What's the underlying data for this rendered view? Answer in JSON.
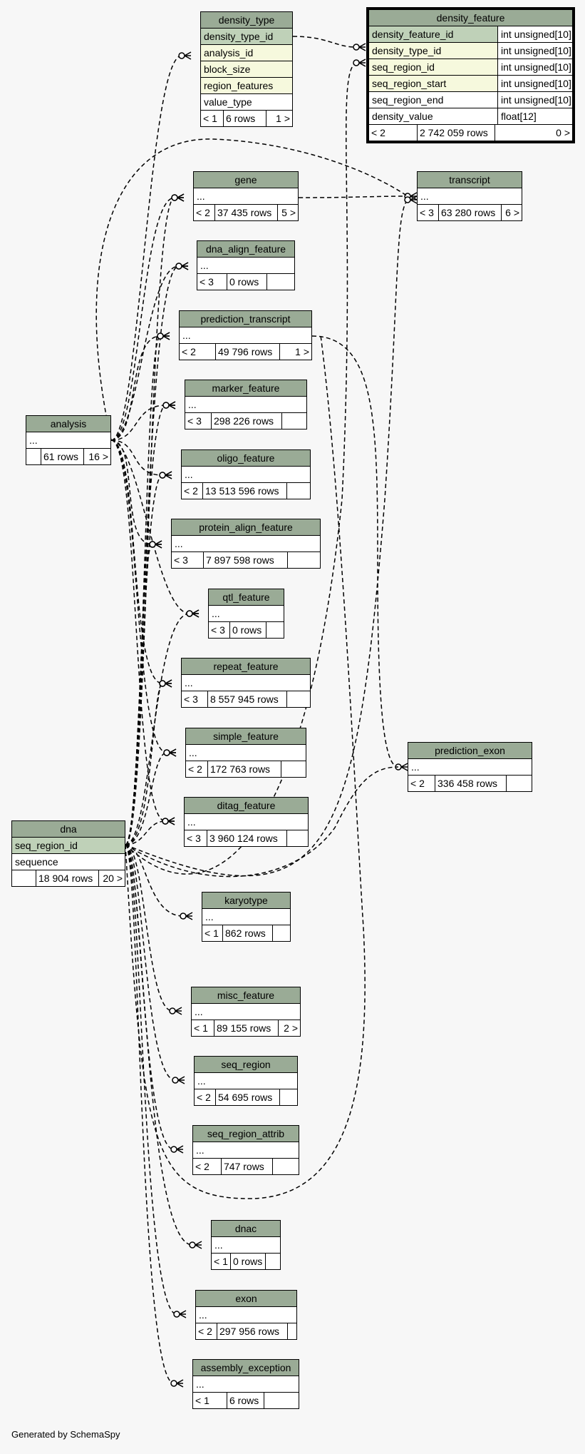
{
  "footer_text": "Generated by SchemaSpy",
  "colors": {
    "header": "#9aab96",
    "pk": "#bfd1b8",
    "fk": "#f6f9dd",
    "background": "#f7f7f7"
  },
  "tables": {
    "density_type": {
      "name": "density_type",
      "columns": [
        "density_type_id",
        "analysis_id",
        "block_size",
        "region_features",
        "value_type"
      ],
      "parents": "< 1",
      "rows": "6 rows",
      "children": "1 >"
    },
    "density_feature": {
      "name": "density_feature",
      "columns": [
        {
          "name": "density_feature_id",
          "type": "int unsigned[10]"
        },
        {
          "name": "density_type_id",
          "type": "int unsigned[10]"
        },
        {
          "name": "seq_region_id",
          "type": "int unsigned[10]"
        },
        {
          "name": "seq_region_start",
          "type": "int unsigned[10]"
        },
        {
          "name": "seq_region_end",
          "type": "int unsigned[10]"
        },
        {
          "name": "density_value",
          "type": "float[12]"
        }
      ],
      "parents": "< 2",
      "rows": "2 742 059 rows",
      "children": "0 >"
    },
    "gene": {
      "name": "gene",
      "cols": "...",
      "parents": "< 2",
      "rows": "37 435 rows",
      "children": "5 >"
    },
    "transcript": {
      "name": "transcript",
      "cols": "...",
      "parents": "< 3",
      "rows": "63 280 rows",
      "children": "6 >"
    },
    "dna_align_feature": {
      "name": "dna_align_feature",
      "cols": "...",
      "parents": "< 3",
      "rows": "0 rows",
      "children": ""
    },
    "prediction_transcript": {
      "name": "prediction_transcript",
      "cols": "...",
      "parents": "< 2",
      "rows": "49 796 rows",
      "children": "1 >"
    },
    "marker_feature": {
      "name": "marker_feature",
      "cols": "...",
      "parents": "< 3",
      "rows": "298 226 rows",
      "children": ""
    },
    "oligo_feature": {
      "name": "oligo_feature",
      "cols": "...",
      "parents": "< 2",
      "rows": "13 513 596 rows",
      "children": ""
    },
    "protein_align_feature": {
      "name": "protein_align_feature",
      "cols": "...",
      "parents": "< 3",
      "rows": "7 897 598 rows",
      "children": ""
    },
    "qtl_feature": {
      "name": "qtl_feature",
      "cols": "...",
      "parents": "< 3",
      "rows": "0 rows",
      "children": ""
    },
    "repeat_feature": {
      "name": "repeat_feature",
      "cols": "...",
      "parents": "< 3",
      "rows": "8 557 945 rows",
      "children": ""
    },
    "simple_feature": {
      "name": "simple_feature",
      "cols": "...",
      "parents": "< 2",
      "rows": "172 763 rows",
      "children": ""
    },
    "ditag_feature": {
      "name": "ditag_feature",
      "cols": "...",
      "parents": "< 3",
      "rows": "3 960 124 rows",
      "children": ""
    },
    "prediction_exon": {
      "name": "prediction_exon",
      "cols": "...",
      "parents": "< 2",
      "rows": "336 458 rows",
      "children": ""
    },
    "karyotype": {
      "name": "karyotype",
      "cols": "...",
      "parents": "< 1",
      "rows": "862 rows",
      "children": ""
    },
    "misc_feature": {
      "name": "misc_feature",
      "cols": "...",
      "parents": "< 1",
      "rows": "89 155 rows",
      "children": "2 >"
    },
    "seq_region": {
      "name": "seq_region",
      "cols": "...",
      "parents": "< 2",
      "rows": "54 695 rows",
      "children": ""
    },
    "seq_region_attrib": {
      "name": "seq_region_attrib",
      "cols": "...",
      "parents": "< 2",
      "rows": "747 rows",
      "children": ""
    },
    "dnac": {
      "name": "dnac",
      "cols": "...",
      "parents": "< 1",
      "rows": "0 rows",
      "children": ""
    },
    "exon": {
      "name": "exon",
      "cols": "...",
      "parents": "< 2",
      "rows": "297 956 rows",
      "children": ""
    },
    "assembly_exception": {
      "name": "assembly_exception",
      "cols": "...",
      "parents": "< 1",
      "rows": "6 rows",
      "children": ""
    },
    "analysis": {
      "name": "analysis",
      "cols": "...",
      "parents": "",
      "rows": "61 rows",
      "children": "16 >"
    },
    "dna": {
      "name": "dna",
      "columns": [
        "seq_region_id",
        "sequence"
      ],
      "parents": "",
      "rows": "18 904 rows",
      "children": "20 >"
    }
  }
}
